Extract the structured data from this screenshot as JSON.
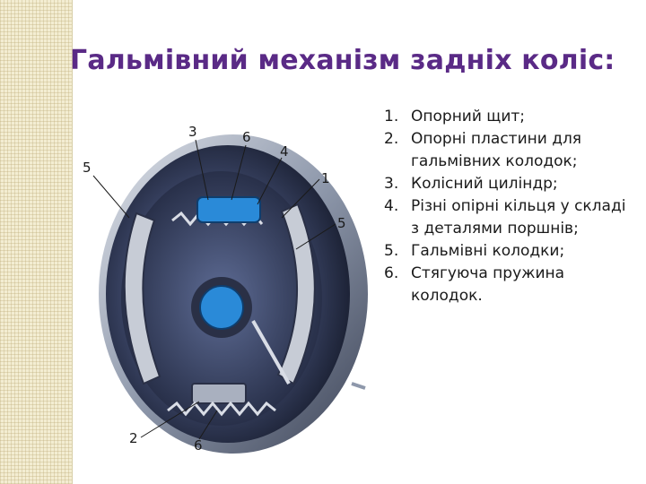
{
  "slide": {
    "title": "Гальмівний механізм задніх коліс:",
    "items": [
      {
        "num": "1.",
        "text": "Опорний щит;"
      },
      {
        "num": "2.",
        "text": "Опорні пластини для гальмівних колодок;"
      },
      {
        "num": "3.",
        "text": "Колісний циліндр;"
      },
      {
        "num": "4.",
        "text": "Різні опірні кільця у складі з деталями поршнів;"
      },
      {
        "num": "5.",
        "text": "Гальмівні колодки;"
      },
      {
        "num": "6.",
        "text": "Стягуюча пружина колодок."
      }
    ]
  },
  "figure": {
    "callouts": {
      "c3": "3",
      "c6a": "6",
      "c4": "4",
      "c5a": "5",
      "c1": "1",
      "c5b": "5",
      "c2": "2",
      "c6b": "6"
    }
  },
  "colors": {
    "title": "#5a2a86",
    "stripe": "#f3edd2",
    "drum": "#3b4566",
    "cylinder_blue": "#2a8ad8"
  }
}
